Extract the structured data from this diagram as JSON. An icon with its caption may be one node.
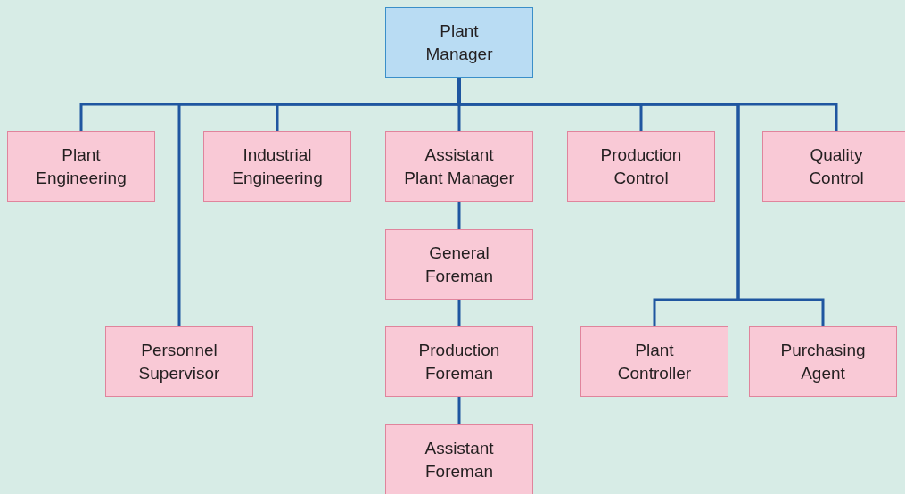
{
  "diagram": {
    "nodes": [
      {
        "text": [
          "Plant Manager"
        ]
      },
      {
        "text": [
          "Plant Engineering"
        ]
      },
      {
        "text": [
          "Personnel Supervisor"
        ]
      },
      {
        "text": [
          "Industrial Engineering"
        ]
      },
      {
        "text": [
          "Assistant Plant Manager"
        ]
      },
      {
        "text": [
          "General Foreman"
        ]
      },
      {
        "text": [
          "Production Foreman"
        ]
      },
      {
        "text": [
          "Assistant Foreman"
        ]
      },
      {
        "text": [
          "Production Control"
        ]
      },
      {
        "text": [
          "Quality Control"
        ]
      },
      {
        "text": [
          "Plant Controller"
        ]
      },
      {
        "text": [
          "Purchasing Agent"
        ]
      }
    ],
    "edges": [
      {
        "from": 0,
        "to": 1,
        "arrow": "none"
      },
      {
        "from": 0,
        "to": 2,
        "arrow": "none"
      },
      {
        "from": 0,
        "to": 3,
        "arrow": "none"
      },
      {
        "from": 0,
        "to": 4,
        "arrow": "none"
      },
      {
        "from": 0,
        "to": 8,
        "arrow": "none"
      },
      {
        "from": 0,
        "to": 9,
        "arrow": "none"
      },
      {
        "from": 0,
        "to": 10,
        "arrow": "none"
      },
      {
        "from": 0,
        "to": 11,
        "arrow": "none"
      },
      {
        "from": 4,
        "to": 5,
        "arrow": "none"
      },
      {
        "from": 5,
        "to": 6,
        "arrow": "none"
      },
      {
        "from": 6,
        "to": 7,
        "arrow": "none"
      }
    ]
  }
}
